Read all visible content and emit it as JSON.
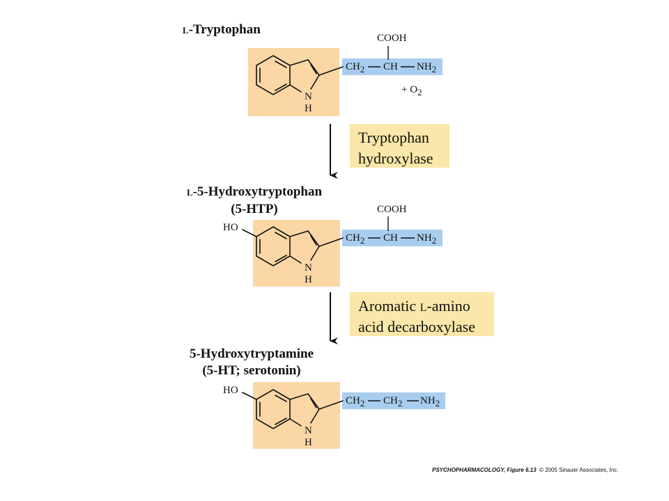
{
  "compounds": [
    {
      "name_prefix": "L",
      "name": "-Tryptophan",
      "name_line2": "",
      "substituent": "",
      "ring_nh": "N",
      "ring_h": "H",
      "carboxyl": "COOH",
      "chain": [
        {
          "label": "CH",
          "sub": "2"
        },
        {
          "label": "CH",
          "sub": ""
        },
        {
          "label": "NH",
          "sub": "2"
        }
      ],
      "cofactor": "+ O",
      "cofactor_sub": "2"
    },
    {
      "name_prefix": "L",
      "name": "-5-Hydroxytryptophan",
      "name_line2": "(5-HTP)",
      "substituent": "HO",
      "ring_nh": "N",
      "ring_h": "H",
      "carboxyl": "COOH",
      "chain": [
        {
          "label": "CH",
          "sub": "2"
        },
        {
          "label": "CH",
          "sub": ""
        },
        {
          "label": "NH",
          "sub": "2"
        }
      ]
    },
    {
      "name_prefix": "",
      "name": "5-Hydroxytryptamine",
      "name_line2": "(5-HT; serotonin)",
      "substituent": "HO",
      "ring_nh": "N",
      "ring_h": "H",
      "carboxyl": "",
      "chain": [
        {
          "label": "CH",
          "sub": "2"
        },
        {
          "label": "CH",
          "sub": "2"
        },
        {
          "label": "NH",
          "sub": "2"
        }
      ]
    }
  ],
  "enzymes": [
    {
      "line1": "Tryptophan",
      "line1_prefix": "",
      "line1_suffix": "",
      "line2": "hydroxylase"
    },
    {
      "line1": "Aromatic ",
      "line1_prefix": "L",
      "line1_suffix": "-amino",
      "line2": "acid decarboxylase"
    }
  ],
  "footer": {
    "figure": "PSYCHOPHARMACOLOGY, Figure 6.13",
    "copyright": "© 2005 Sinauer Associates, Inc."
  },
  "colors": {
    "ring_box": "#fbd7a6",
    "chain_box": "#a9cdee",
    "enzyme_box": "#fbe7a9"
  }
}
